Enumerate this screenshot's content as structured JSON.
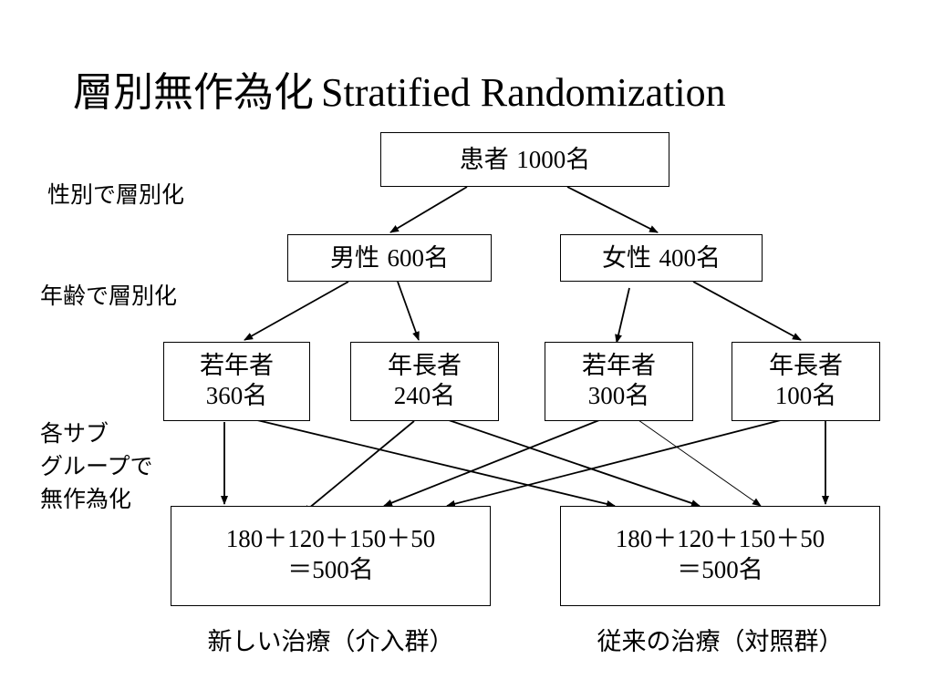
{
  "title": {
    "jp": "層別無作為化",
    "en": "Stratified Randomization"
  },
  "side_labels": {
    "sex": "性別で層別化",
    "age": "年齢で層別化",
    "sub1": "各サブ",
    "sub2": "グループで",
    "sub3": "無作為化"
  },
  "root": {
    "label": "患者",
    "count": "1000",
    "unit": "名"
  },
  "sex": {
    "male": {
      "label": "男性",
      "count": "600",
      "unit": "名"
    },
    "female": {
      "label": "女性",
      "count": "400",
      "unit": "名"
    }
  },
  "age": {
    "male_young": {
      "label": "若年者",
      "count": "360",
      "unit": "名"
    },
    "male_old": {
      "label": "年長者",
      "count": "240",
      "unit": "名"
    },
    "female_young": {
      "label": "若年者",
      "count": "300",
      "unit": "名"
    },
    "female_old": {
      "label": "年長者",
      "count": "100",
      "unit": "名"
    }
  },
  "groups": {
    "new": {
      "formula": "180＋120＋150＋50",
      "total": "＝500",
      "unit": "名",
      "caption": "新しい治療（介入群）"
    },
    "control": {
      "formula": "180＋120＋150＋50",
      "total": "＝500",
      "unit": "名",
      "caption": "従来の治療（対照群）"
    }
  }
}
